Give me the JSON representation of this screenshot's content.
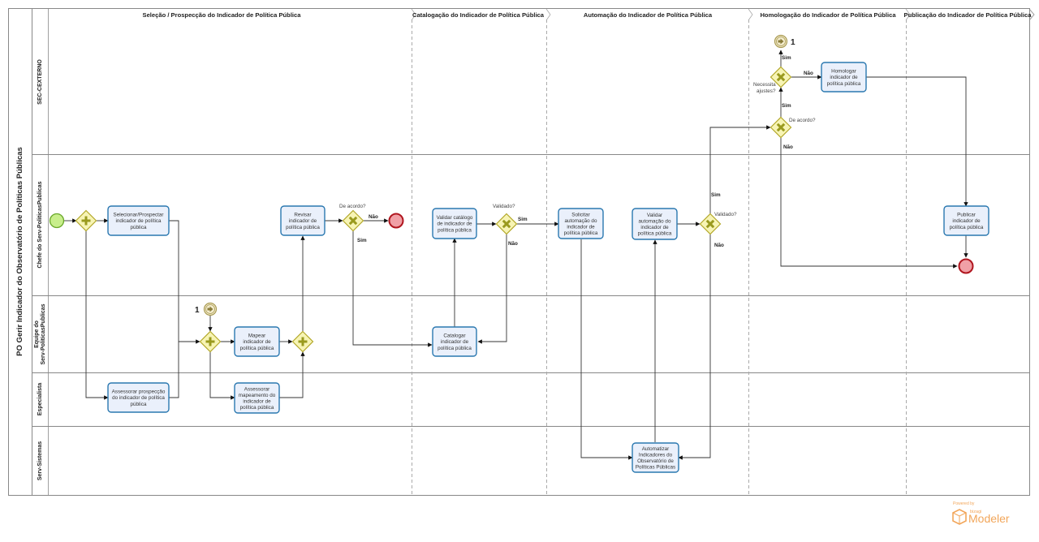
{
  "pool": {
    "title": "PO Gerir Indicador do Observatório de Políticas Públicas"
  },
  "phases": [
    {
      "id": "selecao",
      "title": "Seleção / Prospecção do Indicador de Política Pública"
    },
    {
      "id": "catalogacao",
      "title": "Catalogação do Indicador de Política Pública"
    },
    {
      "id": "automacao",
      "title": "Automação do Indicador de Política Pública"
    },
    {
      "id": "homologacao",
      "title": "Homologação do Indicador de Política Pública"
    },
    {
      "id": "publicacao",
      "title": "Publicação do Indicador de Política Pública"
    }
  ],
  "lanes": [
    {
      "id": "sec",
      "title": "SEC-CEXTERNO"
    },
    {
      "id": "chefe",
      "title": "Chefe do Serv-PoliticasPublicas"
    },
    {
      "id": "equipe",
      "title_lines": [
        "Equipe do",
        "Serv-PoliticasPublicas"
      ]
    },
    {
      "id": "especialista",
      "title": "Especialista"
    },
    {
      "id": "sistemas",
      "title": "Serv-Sistemas"
    }
  ],
  "tasks": [
    {
      "id": "t1",
      "lines": [
        "Selecionar/Prospectar",
        "indicador de política",
        "pública"
      ]
    },
    {
      "id": "t2",
      "lines": [
        "Assessorar prospecção",
        "do indicador de política",
        "pública"
      ]
    },
    {
      "id": "t3",
      "lines": [
        "Mapear",
        "indicador de",
        "política pública"
      ]
    },
    {
      "id": "t4",
      "lines": [
        "Assessorar",
        "mapeamento do",
        "indicador de",
        "política pública"
      ]
    },
    {
      "id": "t5",
      "lines": [
        "Revisar",
        "indicador de",
        "política pública"
      ]
    },
    {
      "id": "t6",
      "lines": [
        "Validar catálogo",
        "de indicador de",
        "política pública"
      ]
    },
    {
      "id": "t7",
      "lines": [
        "Catalogar",
        "indicador de",
        "política pública"
      ]
    },
    {
      "id": "t8",
      "lines": [
        "Solicitar",
        "automação do",
        "indicador de",
        "política pública"
      ]
    },
    {
      "id": "t9",
      "lines": [
        "Validar",
        "automação do",
        "indicador de",
        "política pública"
      ]
    },
    {
      "id": "t10",
      "lines": [
        "Automatizar",
        "Indicadores do",
        "Observatório de",
        "Políticas Públicas"
      ]
    },
    {
      "id": "t11",
      "lines": [
        "Homologar",
        "indicador de",
        "política pública"
      ]
    },
    {
      "id": "t12",
      "lines": [
        "Publicar",
        "indicador de",
        "política pública"
      ]
    }
  ],
  "gateways": {
    "g_de_acordo_1": "De acordo?",
    "g_validado_1": "Validado?",
    "g_validado_2": "Validado?",
    "g_de_acordo_2": "De acordo?",
    "g_necessita_lines": [
      "Necessita",
      "ajustes?"
    ]
  },
  "flow_labels": {
    "sim": "Sim",
    "nao": "Não"
  },
  "link_events": {
    "number": "1"
  },
  "footer": {
    "powered_by": "Powered by",
    "brand": "bizagi",
    "product": "Modeler"
  },
  "colors": {
    "task_fill": "#eaf0fb",
    "task_stroke": "#2a78b0",
    "gateway_fill": "#f7f4b4",
    "gateway_stroke": "#b3a82a",
    "gateway_mark": "#9a9a1e",
    "start_fill": "#c8ee8c",
    "start_stroke": "#6aa82a",
    "end_fill": "#f0a0a6",
    "end_stroke": "#b0161f",
    "link_fill": "#f3eccd",
    "link_stroke": "#a99a52",
    "brand_orange": "#f2a65a"
  }
}
